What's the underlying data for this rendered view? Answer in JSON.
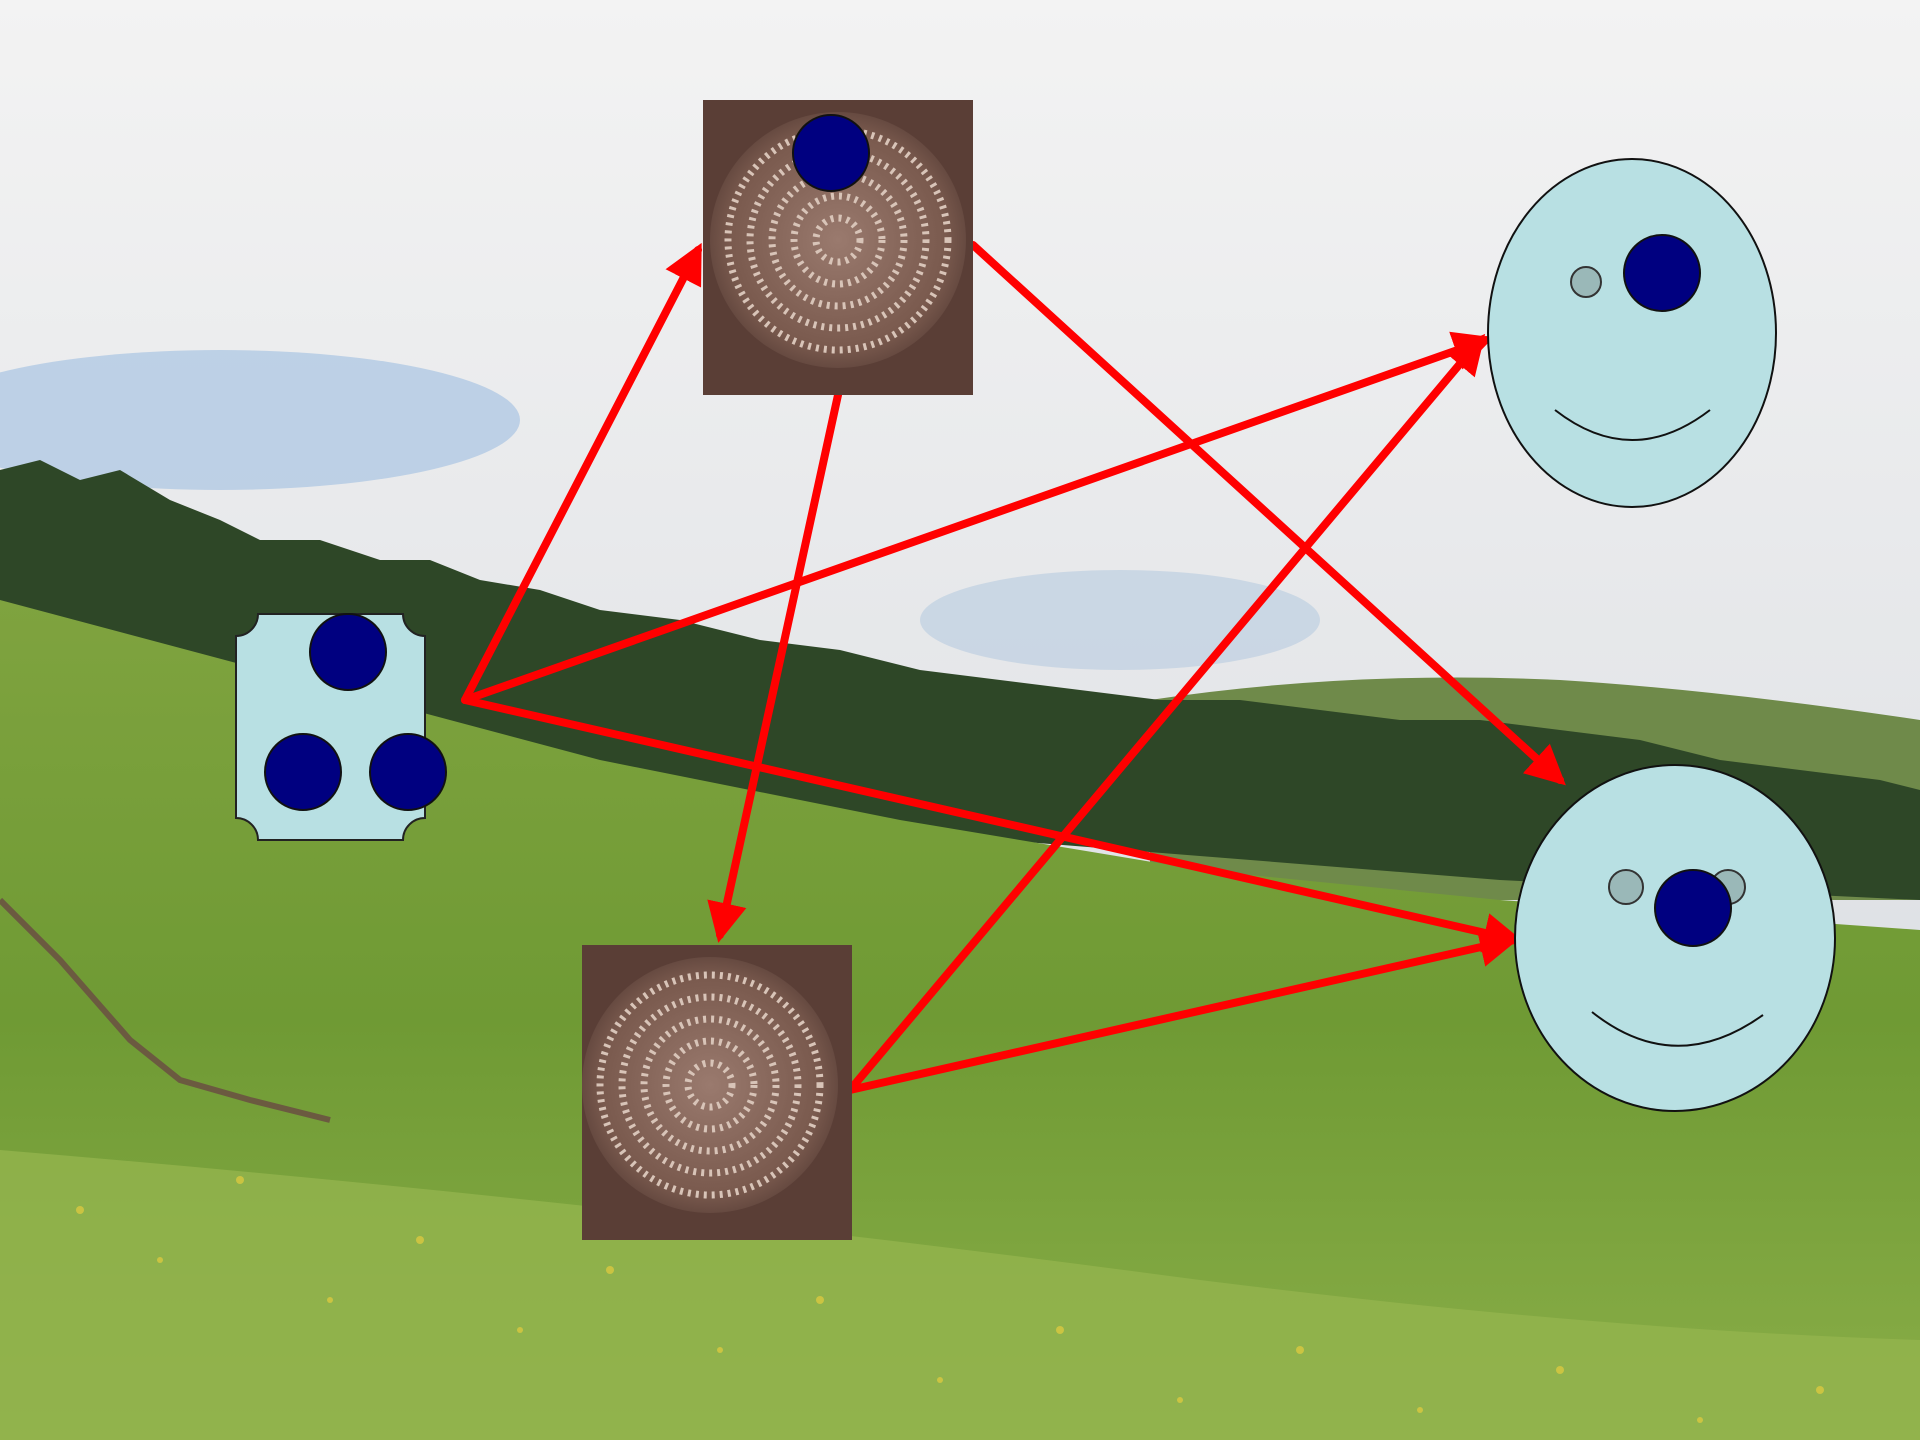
{
  "scene": {
    "background": "mountain-meadow-photo",
    "colors": {
      "sky_top": "#f4f4f4",
      "sky_bottom": "#d9dde2",
      "blue_sky_patch": "#9fbfe0",
      "forest": "#2f4a2a",
      "meadow": "#86a846",
      "meadow_dark": "#5f8a2e",
      "flowers": "#d8c840"
    }
  },
  "diagram": {
    "arrow_color": "#ff0000",
    "node_fill": "#b8e0e3",
    "dot_color": "#000080",
    "small_dot_color": "#9ab8b8",
    "stone_color": "#7a5a4e",
    "nodes": [
      {
        "id": "source-block",
        "shape": "rounded-notch-square",
        "dots": 3
      },
      {
        "id": "stone-top",
        "shape": "carved-spiral-stone",
        "dots": 1
      },
      {
        "id": "stone-bottom",
        "shape": "carved-spiral-stone",
        "dots": 0
      },
      {
        "id": "face-top",
        "shape": "smiley-oval",
        "dots": 1,
        "small_dots": 1
      },
      {
        "id": "face-bottom",
        "shape": "smiley-oval",
        "dots": 1,
        "small_dots": 2
      }
    ],
    "arrows": [
      {
        "from": "source-block",
        "to": "stone-top"
      },
      {
        "from": "source-block",
        "to": "face-top"
      },
      {
        "from": "source-block",
        "to": "face-bottom"
      },
      {
        "from": "stone-top",
        "to": "stone-bottom"
      },
      {
        "from": "stone-top",
        "to": "face-bottom"
      },
      {
        "from": "stone-bottom",
        "to": "face-top"
      },
      {
        "from": "stone-bottom",
        "to": "face-bottom"
      }
    ]
  }
}
